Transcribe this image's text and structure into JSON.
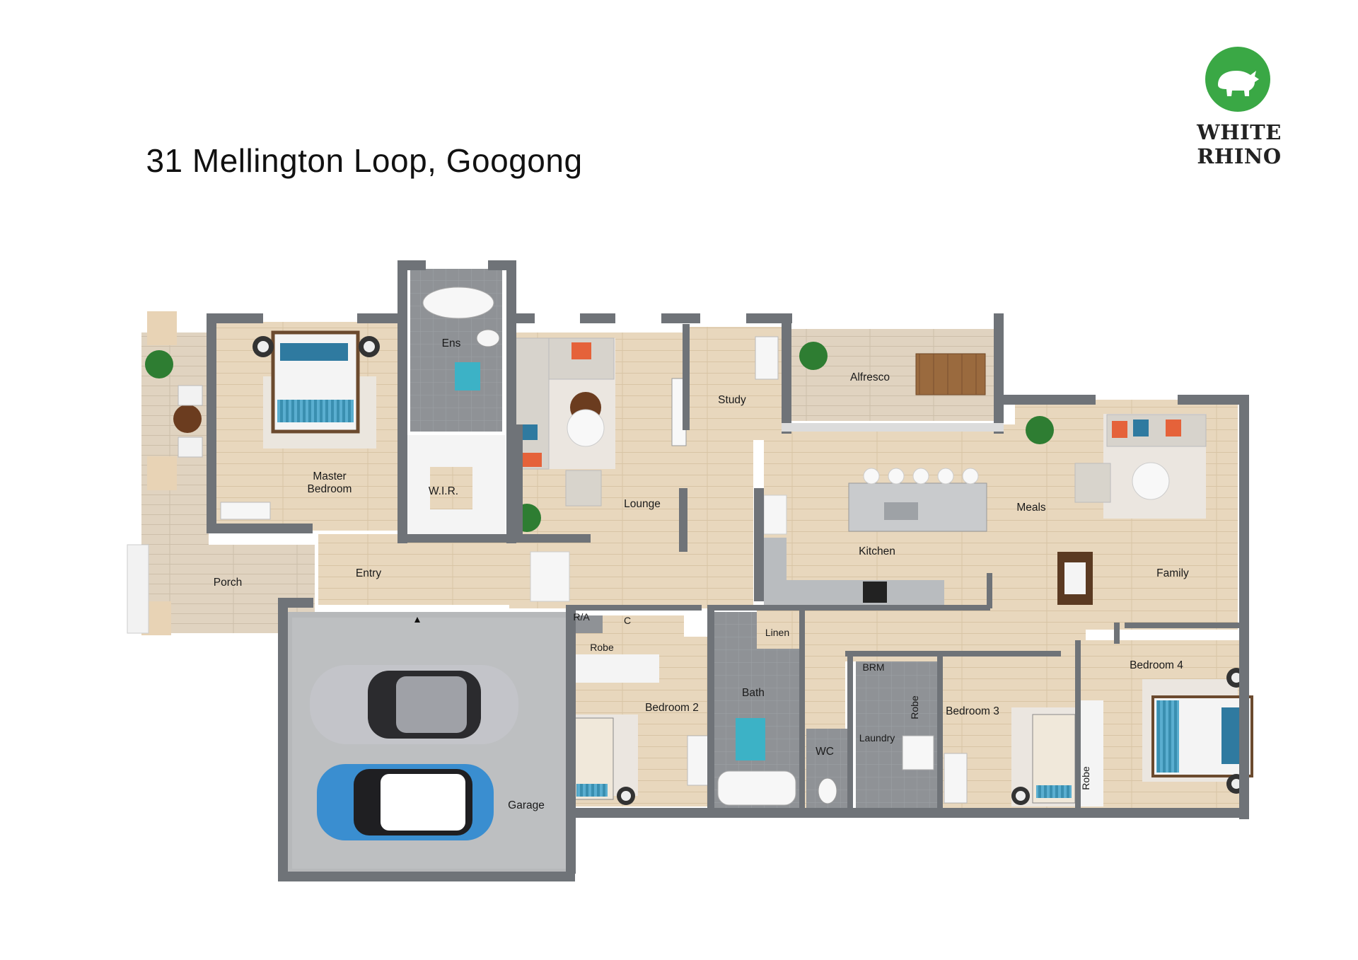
{
  "title": "31 Mellington Loop, Googong",
  "logo": {
    "text": "WHITE RHINO",
    "icon": "rhino-icon",
    "color": "#3aa845"
  },
  "rooms": {
    "porch": "Porch",
    "master": "Master Bedroom",
    "master_line1": "Master",
    "master_line2": "Bedroom",
    "ens": "Ens",
    "wir": "W.I.R.",
    "entry": "Entry",
    "lounge": "Lounge",
    "study": "Study",
    "alfresco": "Alfresco",
    "kitchen": "Kitchen",
    "meals": "Meals",
    "family": "Family",
    "garage": "Garage",
    "ra": "R/A",
    "c": "C",
    "robe_bed2": "Robe",
    "bedroom2": "Bedroom 2",
    "linen": "Linen",
    "bath": "Bath",
    "brm": "BRM",
    "wc": "WC",
    "laundry": "Laundry",
    "robe_bed3": "Robe",
    "bedroom3": "Bedroom 3",
    "robe_bed4": "Robe",
    "bedroom4": "Bedroom 4"
  },
  "colors": {
    "wall": "#6f7378",
    "wood_floor": "#e6d4b9",
    "deck": "#ddd0bd",
    "tile": "#8c8f93",
    "garage_floor": "#b7b9bb",
    "carpet": "#ece7e0"
  }
}
